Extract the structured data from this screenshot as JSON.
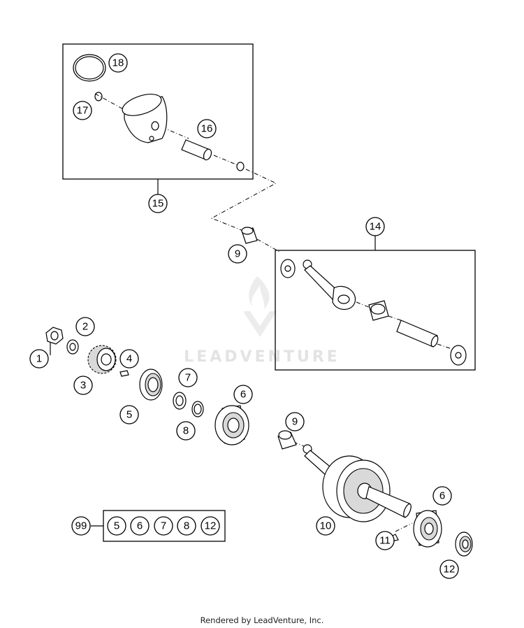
{
  "callouts": {
    "c1": "1",
    "c2": "2",
    "c3": "3",
    "c4": "4",
    "c5": "5",
    "c6a": "6",
    "c6b": "6",
    "c7": "7",
    "c8": "8",
    "c9a": "9",
    "c9b": "9",
    "c10": "10",
    "c11": "11",
    "c12": "12",
    "c14": "14",
    "c15": "15",
    "c16": "16",
    "c17": "17",
    "c18": "18"
  },
  "kit": {
    "id": "99",
    "items": [
      "5",
      "6",
      "7",
      "8",
      "12"
    ]
  },
  "watermark": "LEADVENTURE",
  "footer": "Rendered by LeadVenture, Inc."
}
